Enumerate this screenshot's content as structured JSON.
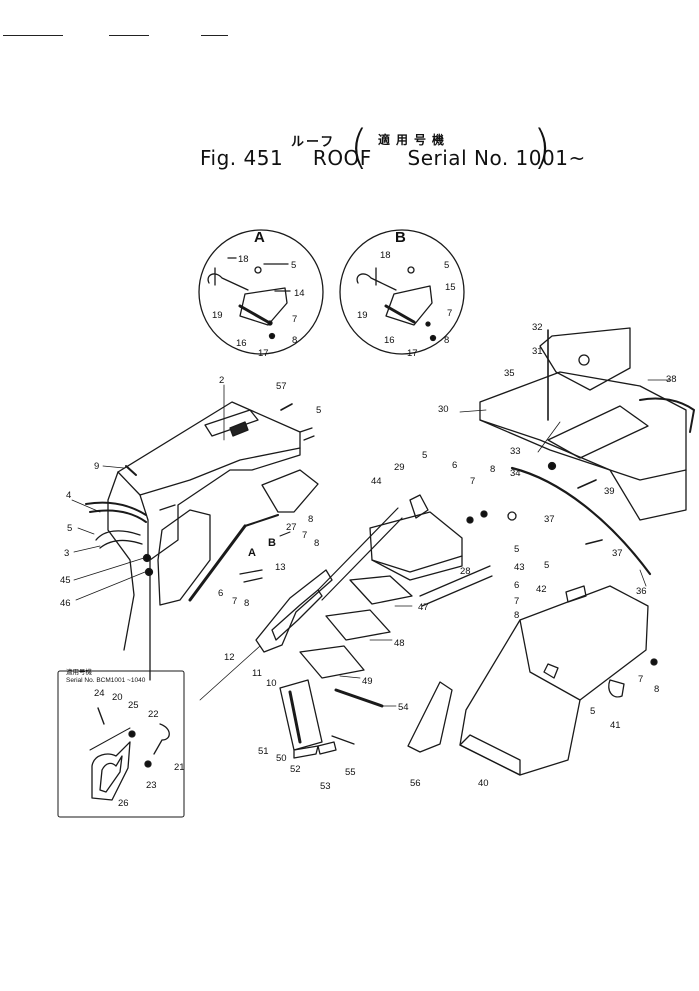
{
  "figure": {
    "fig_label": "Fig. 451",
    "title_jp": "ルーフ",
    "title_en": "ROOF",
    "serial_jp": "適用号機",
    "serial_en": "Serial No. 1001~"
  },
  "detail_views": [
    {
      "letter": "A",
      "parts": [
        "18",
        "5",
        "14",
        "19",
        "7",
        "16",
        "17",
        "8"
      ]
    },
    {
      "letter": "B",
      "parts": [
        "18",
        "5",
        "15",
        "19",
        "7",
        "16",
        "17",
        "8"
      ]
    }
  ],
  "inset": {
    "title_jp": "適用号機",
    "serial": "Serial No. BCM1001 ~1040",
    "parts": [
      "24",
      "20",
      "25",
      "22",
      "21",
      "23",
      "26"
    ]
  },
  "callouts": [
    "2",
    "57",
    "5",
    "9",
    "4",
    "5",
    "3",
    "45",
    "46",
    "27",
    "8",
    "7",
    "8",
    "6",
    "7",
    "8",
    "13",
    "A",
    "B",
    "12",
    "11",
    "10",
    "44",
    "29",
    "5",
    "6",
    "7",
    "8",
    "28",
    "47",
    "48",
    "49",
    "54",
    "51",
    "50",
    "52",
    "53",
    "55",
    "56",
    "5",
    "43",
    "6",
    "7",
    "8",
    "42",
    "5",
    "40",
    "41",
    "5",
    "7",
    "8",
    "36",
    "37",
    "37",
    "32",
    "31",
    "35",
    "30",
    "33",
    "34",
    "39",
    "38"
  ]
}
